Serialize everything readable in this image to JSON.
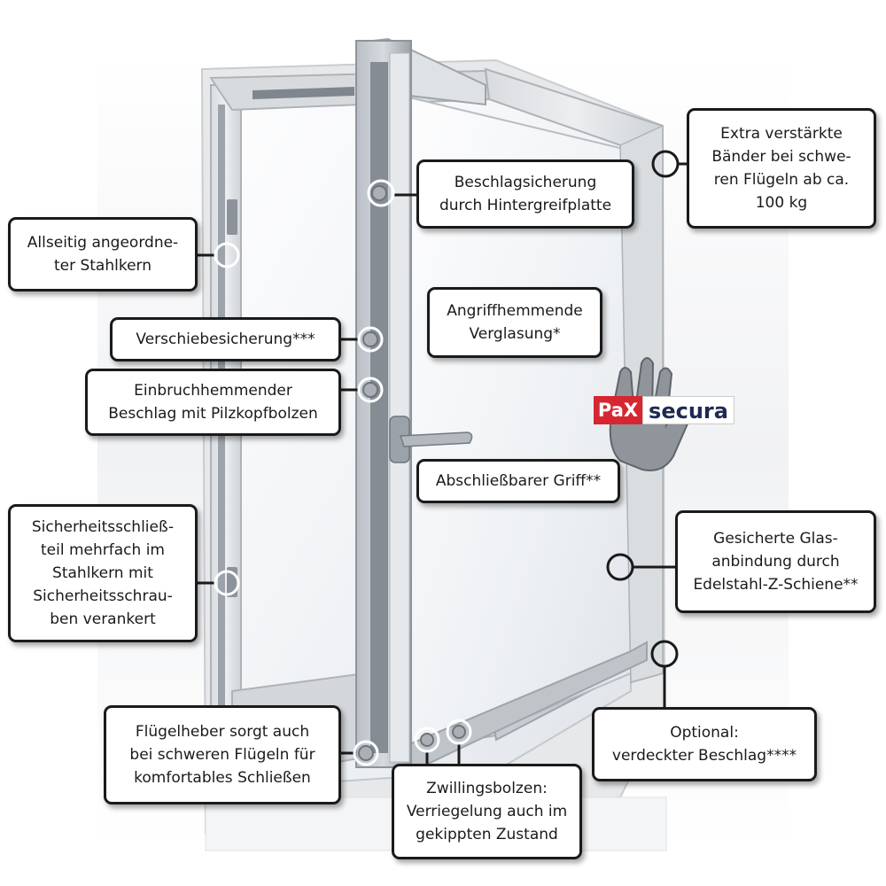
{
  "callouts": {
    "stahlkern": [
      "Allseitig angeordne-",
      "ter Stahlkern"
    ],
    "verschiebesicherung": [
      "Verschiebesicherung***"
    ],
    "einbruch": [
      "Einbruchhemmender",
      "Beschlag mit Pilzkopfbolzen"
    ],
    "schliessteil": [
      "Sicherheitsschließ-",
      "teil mehrfach im",
      "Stahlkern mit",
      "Sicherheitsschrau-",
      "ben verankert"
    ],
    "fluegelheber": [
      "Flügelheber sorgt auch",
      "bei schweren Flügeln für",
      "komfortables Schließen"
    ],
    "zwillingsbolzen": [
      "Zwillingsbolzen:",
      "Verriegelung auch im",
      "gekippten Zustand"
    ],
    "beschlagsicherung": [
      "Beschlagsicherung",
      "durch Hintergreifplatte"
    ],
    "verglasung": [
      "Angriffhemmende",
      "Verglasung*"
    ],
    "griff": [
      "Abschließbarer Griff**"
    ],
    "baender": [
      "Extra verstärkte",
      "Bänder bei schwe-",
      "ren Flügeln ab ca.",
      "100 kg"
    ],
    "glasanbindung": [
      "Gesicherte Glas-",
      "anbindung durch",
      "Edelstahl-Z-Schiene**"
    ],
    "optional": [
      "Optional:",
      "verdeckter Beschlag****"
    ]
  },
  "logo": {
    "pax": "PaX",
    "secura": "secura",
    "pax_color": "#d62631",
    "secura_color": "#1e2a52"
  },
  "colors": {
    "frame": "#e4e6e8",
    "glass": "#f2f5f8",
    "hardware": "#8a9199",
    "outline": "#1a1a1a"
  }
}
